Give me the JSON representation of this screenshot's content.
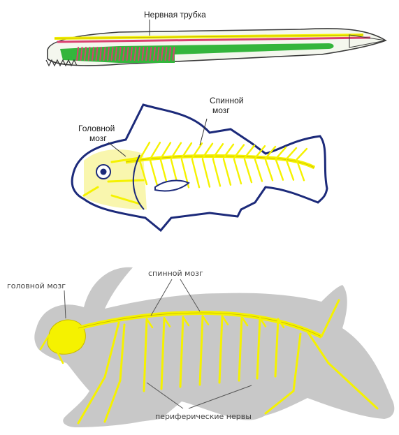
{
  "panels": {
    "lancelet": {
      "label_neural_tube": "Нервная трубка"
    },
    "fish": {
      "label_spinal_cord_line1": "Спинной",
      "label_spinal_cord_line2": "мозг",
      "label_brain_line1": "Головной",
      "label_brain_line2": "мозг"
    },
    "rabbit": {
      "label_brain": "головной мозг",
      "label_spinal_cord": "спинной мозг",
      "label_peripheral_nerves": "периферические нервы"
    }
  },
  "colors": {
    "nerve_yellow": "#f5f200",
    "lancelet_green": "#34b53c",
    "lancelet_red": "#d94070",
    "body_gray": "#c8c8c8",
    "fish_outline": "#1c2a7a",
    "label_text": "#1b1b1b"
  }
}
